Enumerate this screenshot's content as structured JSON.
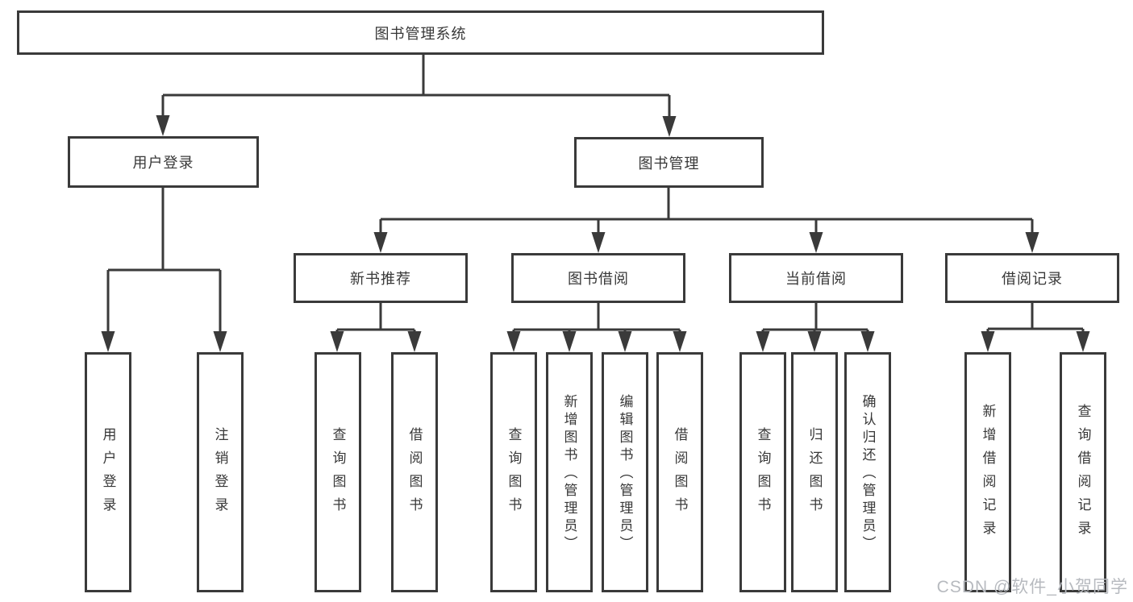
{
  "diagram_type": "feature-tree",
  "tree": {
    "root": {
      "label": "图书管理系统"
    },
    "branches": [
      {
        "label": "用户登录",
        "children": [
          {
            "label": "用户登录"
          },
          {
            "label": "注销登录"
          }
        ]
      },
      {
        "label": "图书管理",
        "sections": [
          {
            "label": "新书推荐",
            "children": [
              {
                "label": "查询图书"
              },
              {
                "label": "借阅图书"
              }
            ]
          },
          {
            "label": "图书借阅",
            "children": [
              {
                "label": "查询图书"
              },
              {
                "label": "新增图书（管理员）"
              },
              {
                "label": "编辑图书（管理员）"
              },
              {
                "label": "借阅图书"
              }
            ]
          },
          {
            "label": "当前借阅",
            "children": [
              {
                "label": "查询图书"
              },
              {
                "label": "归还图书"
              },
              {
                "label": "确认归还（管理员）"
              }
            ]
          },
          {
            "label": "借阅记录",
            "children": [
              {
                "label": "新增借阅记录"
              },
              {
                "label": "查询借阅记录"
              }
            ]
          }
        ]
      }
    ]
  },
  "watermark": {
    "text": "CSDN @软件_小贺同学"
  },
  "colors": {
    "line": "#3a3a3a",
    "box_border": "#3a3a3a",
    "text": "#383838",
    "watermark": "#b7babf",
    "background": "#ffffff"
  }
}
